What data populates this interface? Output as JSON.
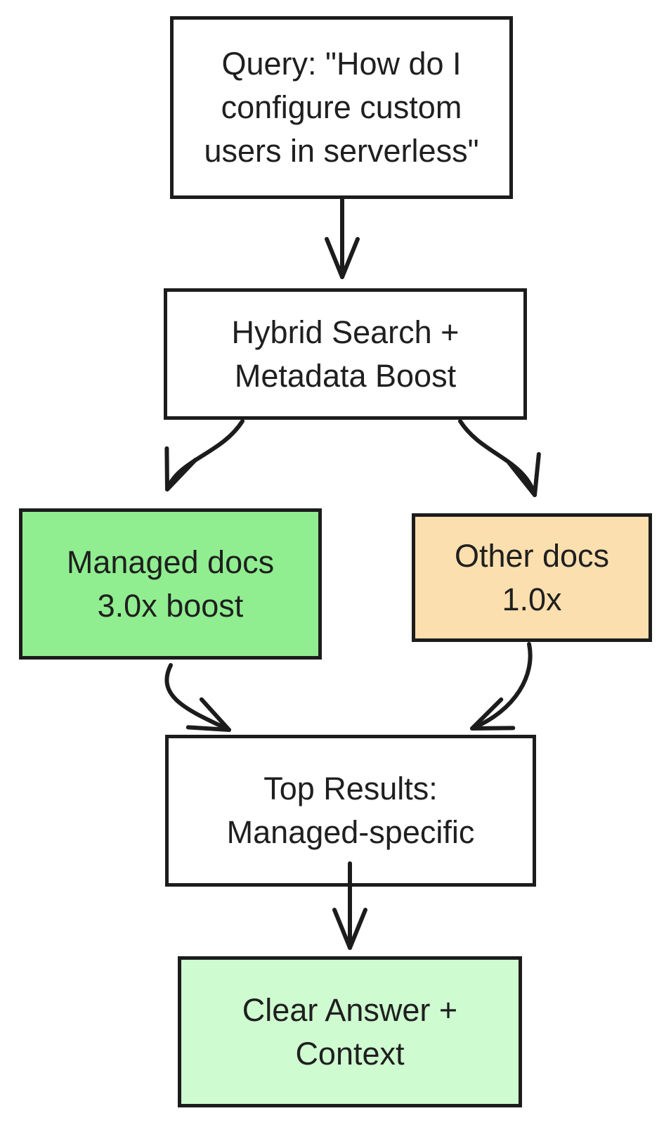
{
  "diagram": {
    "type": "flowchart",
    "direction": "top-down",
    "colors": {
      "background": "#ffffff",
      "stroke": "#1c1c1c",
      "text": "#1f1f1f",
      "managed_fill": "#90ee90",
      "other_fill": "#fbdfae",
      "answer_fill": "#cefbd0",
      "plain_fill": "#ffffff"
    },
    "nodes": {
      "query": {
        "label": "Query: \"How do I\nconfigure custom\nusers in serverless\"",
        "fill": "#ffffff"
      },
      "hybrid": {
        "label": "Hybrid Search +\nMetadata Boost",
        "fill": "#ffffff"
      },
      "managed": {
        "label": "Managed docs\n3.0x boost",
        "fill": "#90ee90"
      },
      "other": {
        "label": "Other docs\n1.0x",
        "fill": "#fbdfae"
      },
      "results": {
        "label": "Top Results:\nManaged-specific",
        "fill": "#ffffff"
      },
      "answer": {
        "label": "Clear Answer +\nContext",
        "fill": "#cefbd0"
      }
    },
    "edges": [
      {
        "from": "query",
        "to": "hybrid"
      },
      {
        "from": "hybrid",
        "to": "managed"
      },
      {
        "from": "hybrid",
        "to": "other"
      },
      {
        "from": "managed",
        "to": "results"
      },
      {
        "from": "other",
        "to": "results"
      },
      {
        "from": "results",
        "to": "answer"
      }
    ]
  }
}
